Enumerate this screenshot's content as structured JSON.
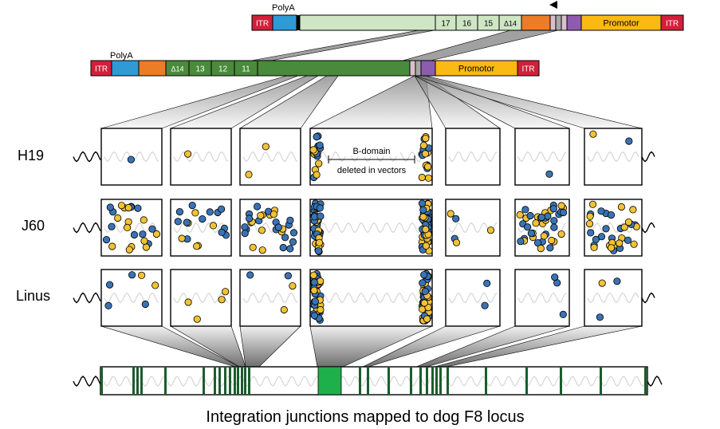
{
  "colors": {
    "itr": "#d2203a",
    "polya": "#2e9ad6",
    "transgene_light": "#cfe6c5",
    "transgene_dark": "#4a8a3c",
    "orange": "#ec7c25",
    "pink": "#dcbfcc",
    "grey_band": "#a8a8a8",
    "purple": "#8d5cae",
    "promotor": "#fbb913",
    "dot_blue": "#3a73b5",
    "dot_yellow": "#f1c233",
    "locus_exon": "#1c5c2e",
    "b_domain": "#1db04b"
  },
  "vector_top": {
    "polya_label": "PolyA",
    "itr_left": "ITR",
    "exon_labels": [
      "17",
      "16",
      "15",
      "Δ14"
    ],
    "promotor": "Promotor",
    "itr_right": "ITR"
  },
  "vector_bottom": {
    "polya_label": "PolyA",
    "itr_left": "ITR",
    "exon_labels": [
      "Δ14",
      "13",
      "12",
      "11"
    ],
    "promotor": "Promotor",
    "itr_right": "ITR"
  },
  "samples": [
    "H19",
    "J60",
    "Linus"
  ],
  "annotation": {
    "line1": "B-domain",
    "line2": "deleted in vectors"
  },
  "caption": "Integration junctions mapped to dog F8 locus"
}
